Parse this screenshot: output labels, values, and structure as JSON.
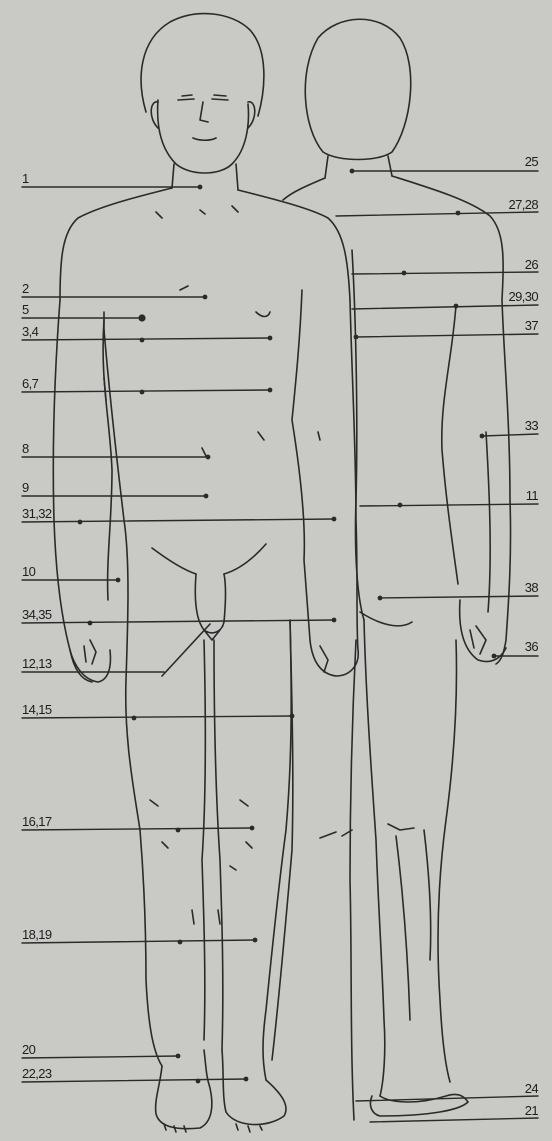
{
  "diagram": {
    "left_labels": [
      {
        "id": "1",
        "text": "1"
      },
      {
        "id": "2",
        "text": "2"
      },
      {
        "id": "5",
        "text": "5"
      },
      {
        "id": "3-4",
        "text": "3,4"
      },
      {
        "id": "6-7",
        "text": "6,7"
      },
      {
        "id": "8",
        "text": "8"
      },
      {
        "id": "9",
        "text": "9"
      },
      {
        "id": "31-32",
        "text": "31,32"
      },
      {
        "id": "10",
        "text": "10"
      },
      {
        "id": "34-35",
        "text": "34,35"
      },
      {
        "id": "12-13",
        "text": "12,13"
      },
      {
        "id": "14-15",
        "text": "14,15"
      },
      {
        "id": "16-17",
        "text": "16,17"
      },
      {
        "id": "18-19",
        "text": "18,19"
      },
      {
        "id": "20",
        "text": "20"
      },
      {
        "id": "22-23",
        "text": "22,23"
      }
    ],
    "right_labels": [
      {
        "id": "25",
        "text": "25"
      },
      {
        "id": "27-28",
        "text": "27,28"
      },
      {
        "id": "26",
        "text": "26"
      },
      {
        "id": "29-30",
        "text": "29,30"
      },
      {
        "id": "37",
        "text": "37"
      },
      {
        "id": "33",
        "text": "33"
      },
      {
        "id": "11",
        "text": "11"
      },
      {
        "id": "38",
        "text": "38"
      },
      {
        "id": "36",
        "text": "36"
      },
      {
        "id": "24",
        "text": "24"
      },
      {
        "id": "21",
        "text": "21"
      }
    ]
  }
}
